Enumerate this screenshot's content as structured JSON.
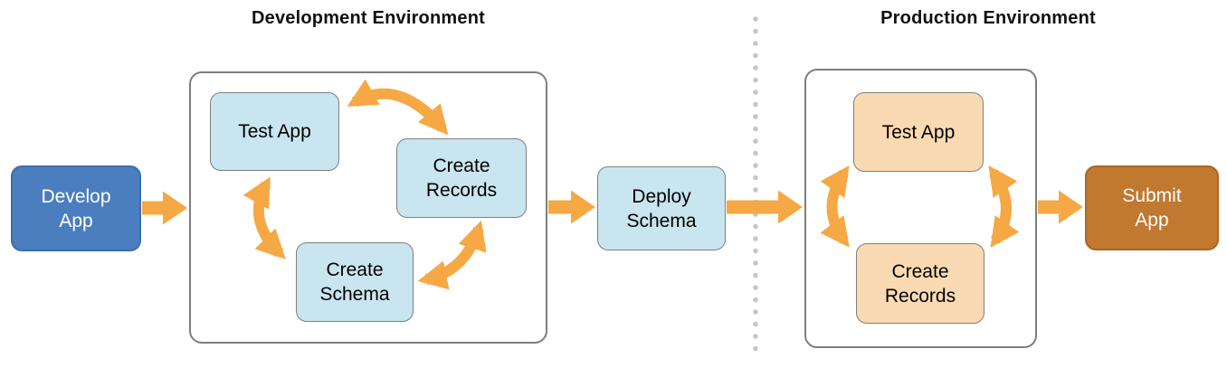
{
  "titles": {
    "development": "Development Environment",
    "production": "Production Environment"
  },
  "nodes": {
    "develop_app": {
      "label": "Develop\nApp"
    },
    "test_app_dev": {
      "label": "Test App"
    },
    "create_records_dev": {
      "label": "Create\nRecords"
    },
    "create_schema_dev": {
      "label": "Create\nSchema"
    },
    "deploy_schema": {
      "label": "Deploy\nSchema"
    },
    "test_app_prod": {
      "label": "Test App"
    },
    "create_records_prod": {
      "label": "Create\nRecords"
    },
    "submit_app": {
      "label": "Submit\nApp"
    }
  },
  "edges": [
    {
      "from": "Develop App",
      "to": "Development Environment",
      "style": "straight-arrow"
    },
    {
      "from": "Test App (dev)",
      "to": "Create Records (dev)",
      "style": "curved-double-arrow"
    },
    {
      "from": "Test App (dev)",
      "to": "Create Schema (dev)",
      "style": "curved-double-arrow"
    },
    {
      "from": "Create Schema (dev)",
      "to": "Create Records (dev)",
      "style": "curved-double-arrow"
    },
    {
      "from": "Development Environment",
      "to": "Deploy Schema",
      "style": "straight-arrow"
    },
    {
      "from": "Deploy Schema",
      "to": "Production Environment",
      "style": "straight-arrow"
    },
    {
      "from": "Test App (prod)",
      "to": "Create Records (prod)",
      "style": "curved-double-arrow-left"
    },
    {
      "from": "Test App (prod)",
      "to": "Create Records (prod)",
      "style": "curved-double-arrow-right"
    },
    {
      "from": "Production Environment",
      "to": "Submit App",
      "style": "straight-arrow"
    }
  ],
  "colors": {
    "arrow_orange": "#f6a845",
    "develop_app_blue": "#4a7ebe",
    "dev_node_light_blue": "#c9e5ef",
    "prod_node_peach": "#fadab2",
    "submit_app_brown": "#c1782f",
    "container_border_gray": "#7e7e7e",
    "divider_dot_gray": "#c6c6c6",
    "title_text": "#111111"
  }
}
